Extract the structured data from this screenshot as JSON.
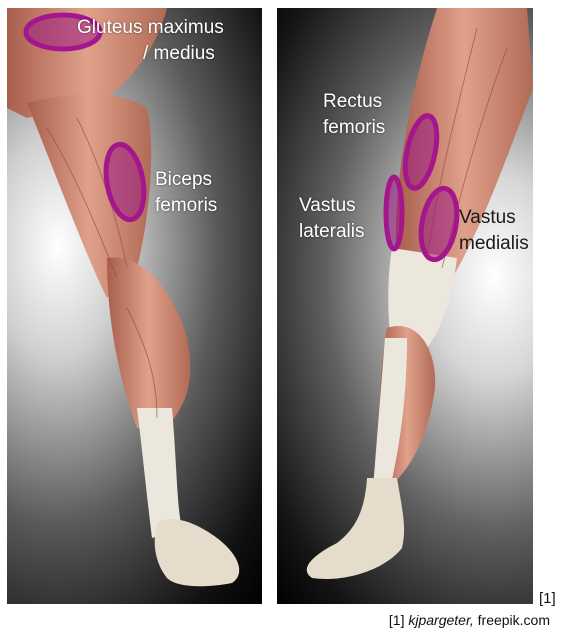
{
  "labels": {
    "gluteus_line1": "Gluteus maximus",
    "gluteus_line2": "/ medius",
    "biceps_line1": "Biceps",
    "biceps_line2": "femoris",
    "rectus_line1": "Rectus",
    "rectus_line2": "femoris",
    "vastus_lat_line1": "Vastus",
    "vastus_lat_line2": "lateralis",
    "vastus_med_line1": "Vastus",
    "vastus_med_line2": "medialis"
  },
  "reference": {
    "marker": "[1]",
    "credit_prefix": "[1] ",
    "credit_author": "kjpargeter,",
    "credit_source": " freepik.com"
  },
  "colors": {
    "highlight_fill": "#9b1a86",
    "highlight_stroke": "#a3168c",
    "muscle": "#c9826c",
    "tendon": "#ece7dc"
  }
}
